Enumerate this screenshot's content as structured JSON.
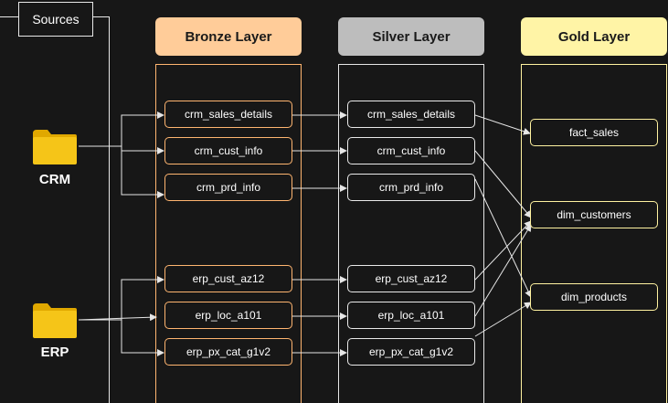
{
  "sources": {
    "title": "Sources",
    "crm_label": "CRM",
    "erp_label": "ERP",
    "folder_color": "#f5c518"
  },
  "layers": {
    "bronze": {
      "title": "Bronze Layer",
      "color": "#ffcc99",
      "items": [
        "crm_sales_details",
        "crm_cust_info",
        "crm_prd_info",
        "erp_cust_az12",
        "erp_loc_a101",
        "erp_px_cat_g1v2"
      ]
    },
    "silver": {
      "title": "Silver Layer",
      "color": "#bdbdbd",
      "items": [
        "crm_sales_details",
        "crm_cust_info",
        "crm_prd_info",
        "erp_cust_az12",
        "erp_loc_a101",
        "erp_px_cat_g1v2"
      ]
    },
    "gold": {
      "title": "Gold Layer",
      "color": "#fff4a6",
      "items": [
        "fact_sales",
        "dim_customers",
        "dim_products"
      ]
    }
  }
}
